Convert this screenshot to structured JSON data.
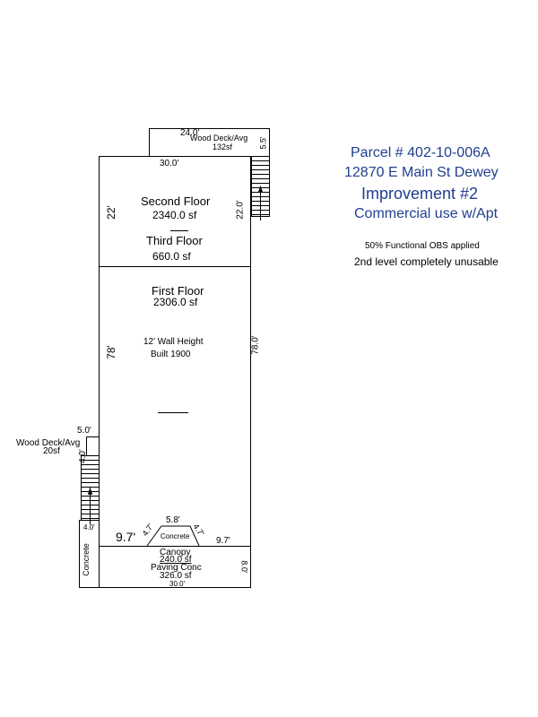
{
  "info": {
    "parcel": "Parcel # 402-10-006A",
    "address": "12870 E Main St Dewey",
    "improvement": "Improvement #2",
    "use": "Commercial use w/Apt",
    "note1": "50% Functional OBS applied",
    "note2": "2nd level completely unusable"
  },
  "top_deck": {
    "dim_width": "24.0'",
    "label": "Wood Deck/Avg",
    "area": "132sf",
    "dim_depth": "5.5'"
  },
  "upper": {
    "dim_top": "30.0'",
    "dim_left": "22'",
    "dim_right": "22.0'",
    "second_label": "Second Floor",
    "second_area": "2340.0 sf",
    "third_label": "Third Floor",
    "third_area": "660.0 sf"
  },
  "first": {
    "label": "First Floor",
    "area": "2306.0 sf",
    "wall_height": "12' Wall Height",
    "built": "Built 1900",
    "dim_left": "78'",
    "dim_right": "78.0'"
  },
  "left_deck": {
    "dim_width": "5.0'",
    "label": "Wood Deck/Avg",
    "area": "20sf",
    "dim_depth": "4.0'"
  },
  "concrete_strip": {
    "dim": "4.0'",
    "label": "Concrete"
  },
  "trapezoid": {
    "dim_top": "5.8'",
    "dim_left_side": "4.7'",
    "dim_right_side": "4.7'",
    "label": "Concrete",
    "dim_left": "9.7'",
    "dim_right": "9.7'"
  },
  "canopy": {
    "label": "Canopy",
    "canopy_area": "240.0 sf",
    "paving_label": "Paving Conc",
    "paving_area": "326.0 sf",
    "dim_bottom": "30.0'",
    "dim_right": "8.0'"
  }
}
